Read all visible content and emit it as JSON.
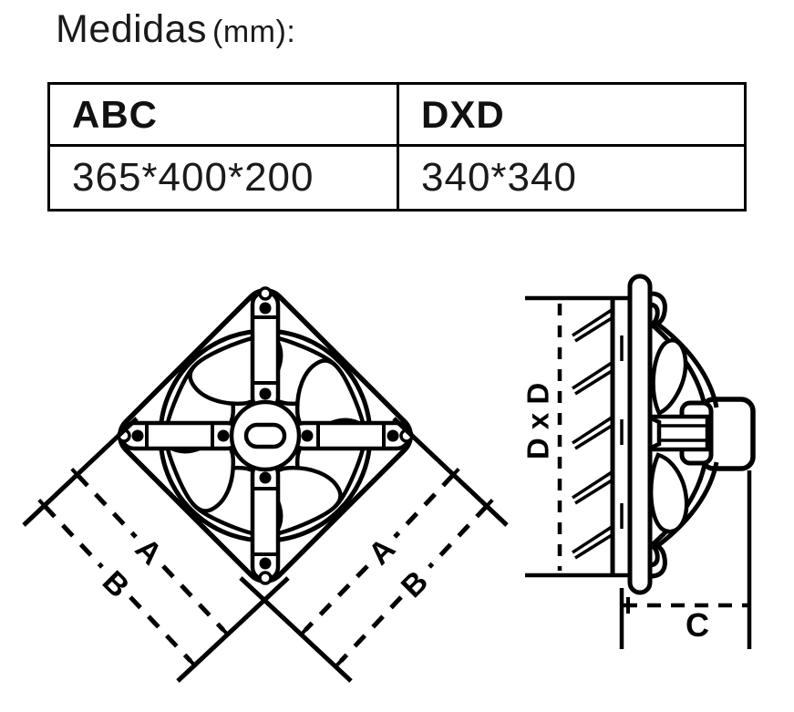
{
  "page": {
    "background": "#ffffff",
    "ink": "#000000"
  },
  "title": {
    "main": "Medidas",
    "unit_suffix": "(mm):"
  },
  "dimensions_table": {
    "columns": [
      {
        "header": "ABC",
        "value": "365*400*200"
      },
      {
        "header": "DXD",
        "value": "340*340"
      }
    ]
  },
  "front_view": {
    "labels": {
      "a": "A",
      "b": "B"
    }
  },
  "side_view": {
    "labels": {
      "depth": "D x D",
      "c": "C"
    }
  }
}
